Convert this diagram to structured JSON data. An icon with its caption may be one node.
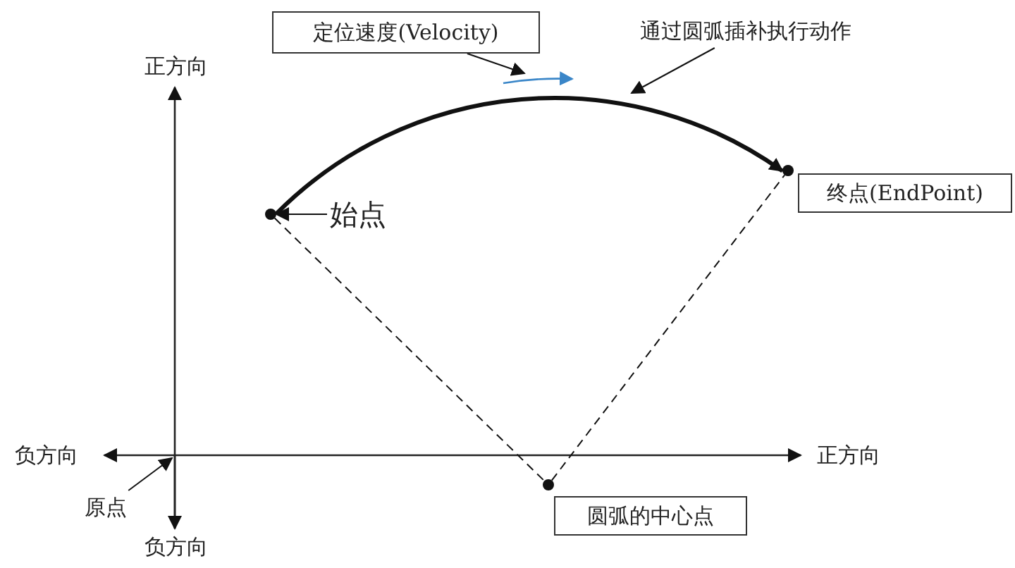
{
  "diagram": {
    "nodes": [
      {
        "text": [
          "定位速度(Velocity)"
        ]
      },
      {
        "text": [
          "通过圆弧插补执行动作"
        ]
      },
      {
        "text": [],
        "shape": "circle"
      },
      {
        "text": [
          "始点"
        ]
      },
      {
        "text": [],
        "shape": "circle"
      },
      {
        "text": [
          "终点(EndPoint)"
        ]
      },
      {
        "text": [],
        "shape": "circle"
      },
      {
        "text": [
          "圆弧的中心点"
        ]
      },
      {
        "text": [
          "原点"
        ]
      }
    ],
    "edges": [
      {
        "from": 2,
        "to": 4,
        "arrow": "to",
        "style": "thick"
      },
      {
        "from": 2,
        "to": 6,
        "arrow": "none",
        "style": "dashed"
      },
      {
        "from": 6,
        "to": 4,
        "arrow": "none",
        "style": "dashed"
      },
      {
        "from": 3,
        "to": 2,
        "arrow": "to"
      },
      {
        "from": 0,
        "to": null,
        "arrow": "to"
      },
      {
        "from": 1,
        "to": null,
        "arrow": "to"
      },
      {
        "from": 8,
        "to": null,
        "arrow": "to"
      }
    ],
    "labels": [
      "正方向",
      "负方向",
      "正方向",
      "负方向"
    ]
  }
}
